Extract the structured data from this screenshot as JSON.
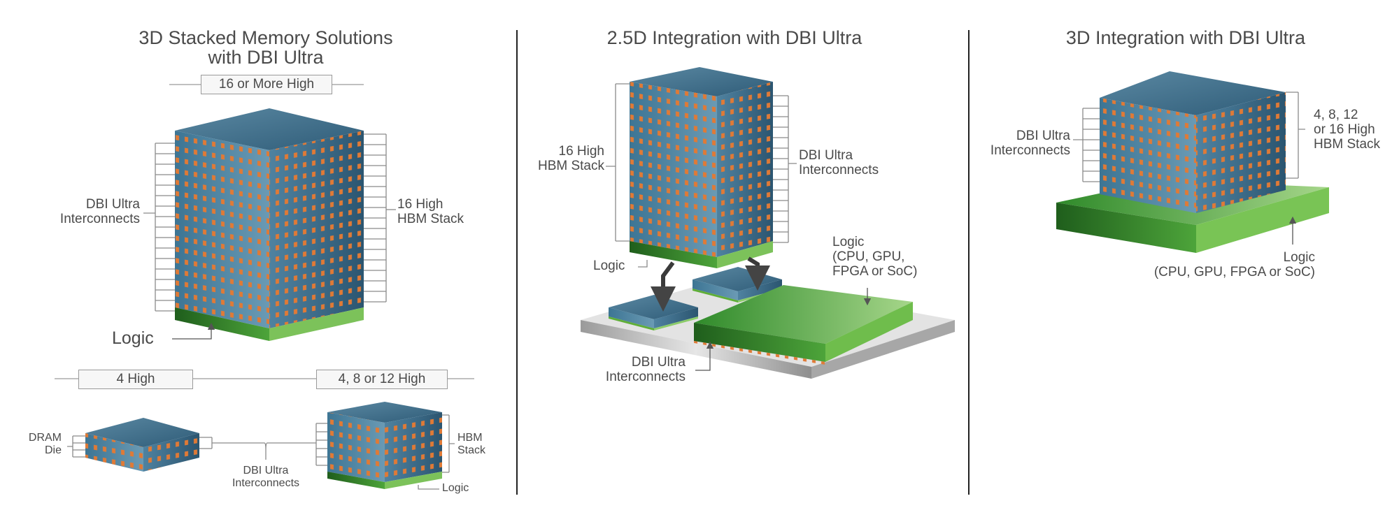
{
  "panels": [
    {
      "title": "3D Stacked Memory Solutions\nwith DBI Ultra"
    },
    {
      "title": "2.5D Integration with DBI Ultra"
    },
    {
      "title": "3D Integration with DBI Ultra"
    }
  ],
  "panel1": {
    "badge_top": "16 or More High",
    "dbi_label": "DBI Ultra\nInterconnects",
    "hbm_label": "16 High\nHBM Stack",
    "logic_label": "Logic",
    "badge_4high": "4 High",
    "badge_4812": "4, 8 or 12 High",
    "dram_label": "DRAM\nDie",
    "dbi_label_bottom": "DBI Ultra\nInterconnects",
    "hbm_small_label": "HBM\nStack",
    "logic_small_label": "Logic"
  },
  "panel2": {
    "hbm_label": "16 High\nHBM Stack",
    "dbi_label": "DBI Ultra\nInterconnects",
    "logic_label": "Logic",
    "logic_chip_label": "Logic\n(CPU, GPU,\nFPGA or SoC)",
    "dbi_bottom_label": "DBI Ultra\nInterconnects"
  },
  "panel3": {
    "dbi_label": "DBI Ultra\nInterconnects",
    "hbm_label": "4, 8, 12\nor 16 High\nHBM Stack",
    "logic_label": "Logic\n(CPU, GPU, FPGA or SoC)"
  },
  "colors": {
    "cube_top": "#3f6f8a",
    "cube_left": "#4a86a6",
    "cube_right": "#2e5b77",
    "window": "#e07a36",
    "logic_green": "#5fae38",
    "logic_dark": "#2e7a24",
    "substrate": "#bdbdbd",
    "line": "#8a8a8a"
  }
}
